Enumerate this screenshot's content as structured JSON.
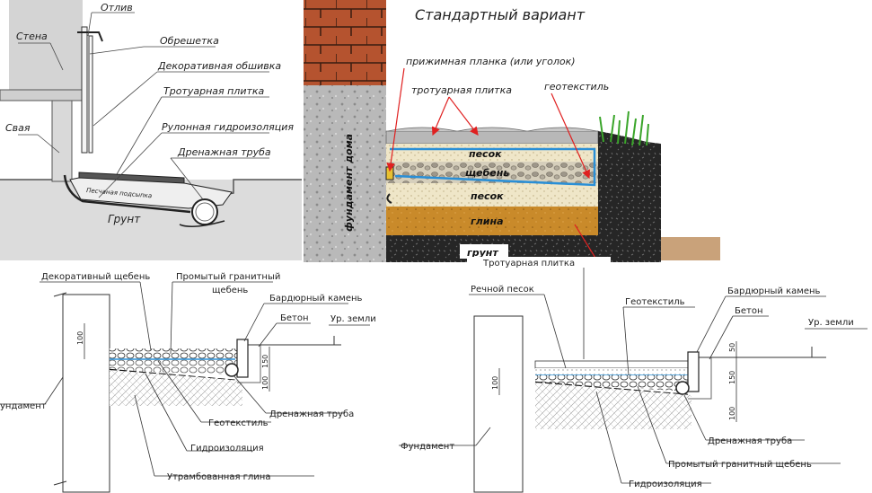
{
  "panel_top_left": {
    "labels": {
      "otliv": "Отлив",
      "stena": "Стена",
      "obreshetka": "Обрешетка",
      "dekor_obshivka": "Декоративная обшивка",
      "trotuar_plitka": "Тротуарная плитка",
      "svaya": "Свая",
      "rulon_gidro": "Рулонная гидроизоляция",
      "drenazh_truba": "Дренажная труба",
      "pesch_podsypka": "Песчаная подсыпка",
      "grunt": "Грунт"
    }
  },
  "panel_top_right": {
    "title": "Стандартный вариант",
    "labels": {
      "prizhim_planka": "прижимная планка (или уголок)",
      "trotuar_plitka": "тротуарная плитка",
      "geotekstil": "геотекстиль",
      "fundament_doma": "фундамент дома"
    },
    "layers": {
      "pesok1": "песок",
      "shcheben": "щебень",
      "pesok2": "песок",
      "glina": "глина",
      "grunt": "грунт"
    }
  },
  "panel_bottom_left": {
    "labels": {
      "dekor_shcheben": "Декоративный щебень",
      "promyt_granit": "Промытый гранитный",
      "promyt_granit2": "щебень",
      "bordyur": "Бардюрный камень",
      "beton": "Бетон",
      "ur_zemli": "Ур. земли",
      "fundament": "ундамент",
      "geotekstil": "Геотекстиль",
      "drenazh": "Дренажная труба",
      "gidroizol": "Гидроизоляция",
      "utramb_glina": "Утрамбованная глина"
    },
    "dims": {
      "d100a": "100",
      "d150": "150",
      "d100b": "100"
    }
  },
  "panel_bottom_right": {
    "labels": {
      "trotuar_planka": "Тротуарная плитка",
      "rechnoy_pesok": "Речной песок",
      "geotekstil": "Геотекстиль",
      "bordyur": "Бардюрный камень",
      "beton": "Бетон",
      "ur_zemli": "Ур. земли",
      "fundament": "Фундамент",
      "drenazh": "Дренажная труба",
      "promyt_granit": "Промытый гранитный щебень",
      "gidroizol": "Гидроизоляция"
    },
    "dims": {
      "d50": "50",
      "d100a": "100",
      "d150": "150",
      "d100b": "100"
    }
  },
  "colors": {
    "brick": "#b5532f",
    "sand": "#efe6c8",
    "gravel": "#cfc6b0",
    "clay": "#c98a2a",
    "soil": "#2b2b2b",
    "geotextile": "#2a8fd6",
    "leader_red": "#e02020",
    "grass": "#3aa52a"
  }
}
